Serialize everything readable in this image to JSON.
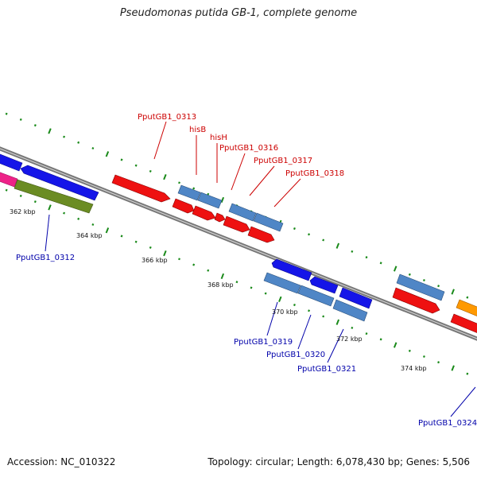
{
  "title": "Pseudomonas putida GB-1, complete genome",
  "footer": {
    "accession": "Accession: NC_010322",
    "topology": "Topology: circular; Length: 6,078,430 bp; Genes: 5,506"
  },
  "colors": {
    "red_label": "#cc0000",
    "blue_label": "#0000aa",
    "gene_red": "#ee1111",
    "gene_blue": "#1515e8",
    "gene_steel": "#4f86c6",
    "gene_olive": "#6b8c23",
    "gene_pink": "#ee2288",
    "gene_orange": "#ff9900",
    "tick_green": "#1a8a1a",
    "backbone": "#888888"
  },
  "scale_ticks": [
    "362 kbp",
    "364 kbp",
    "366 kbp",
    "368 kbp",
    "370 kbp",
    "372 kbp",
    "374 kbp"
  ],
  "labels_top": [
    "PputGB1_0313",
    "hisB",
    "hisH",
    "PputGB1_0316",
    "PputGB1_0317",
    "PputGB1_0318"
  ],
  "labels_bottom": [
    "PputGB1_0312",
    "PputGB1_0319",
    "PputGB1_0320",
    "PputGB1_0321",
    "PputGB1_0324"
  ]
}
